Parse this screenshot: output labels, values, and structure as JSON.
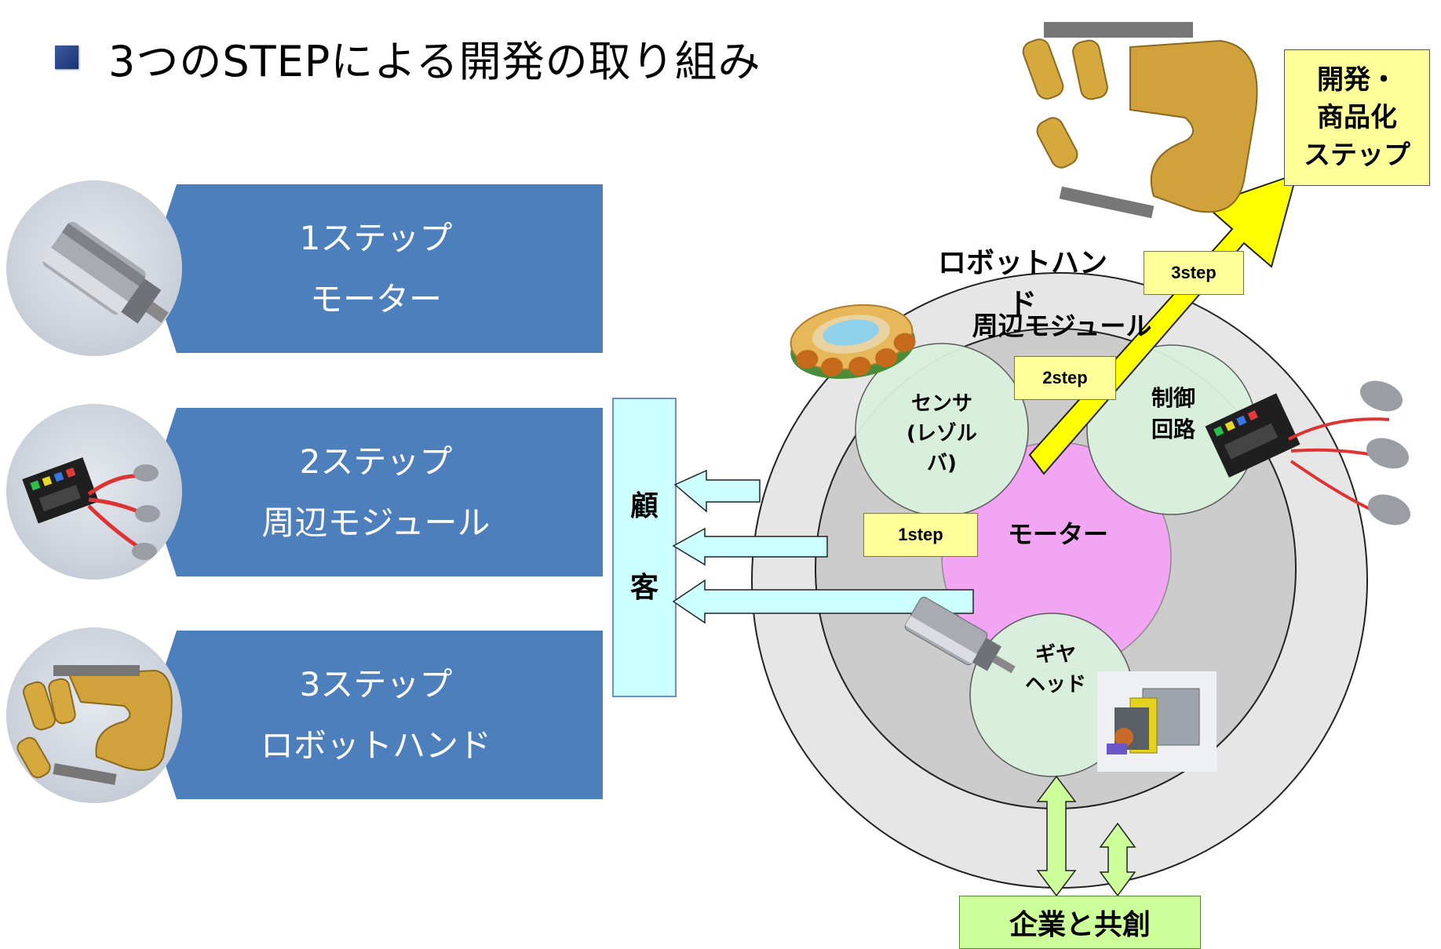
{
  "title": "3つのSTEPによる開発の取り組み",
  "steps": [
    {
      "line1": "1ステップ",
      "line2": "モーター",
      "thumb": "motor-icon"
    },
    {
      "line1": "2ステップ",
      "line2": "周辺モジュール",
      "thumb": "control-board-icon"
    },
    {
      "line1": "3ステップ",
      "line2": "ロボットハンド",
      "thumb": "robot-hand-icon"
    }
  ],
  "customer": {
    "char1": "顧",
    "char2": "客"
  },
  "diagram": {
    "outer_ring": "ロボットハンド",
    "middle_ring": "周辺モジュール",
    "sensor": {
      "line1": "センサ",
      "line2": "(レゾルバ)"
    },
    "control": {
      "line1": "制御",
      "line2": "回路"
    },
    "motor": "モーター",
    "gear": {
      "line1": "ギヤ",
      "line2": "ヘッド"
    },
    "step1": "1step",
    "step2": "2step",
    "step3": "3step",
    "dev_box": {
      "line1": "開発・",
      "line2": "商品化",
      "line3": "ステップ"
    },
    "cocreation": "企業と共創"
  },
  "colors": {
    "banner": "#4e7fbd",
    "outer_ring": "#e6e6e6",
    "middle_ring": "#cccccc",
    "module_circle": "#d9f2dc",
    "motor_circle": "#f5a3f5",
    "arrow_yellow": "#ffff00",
    "customer_arrow": "#ccffff",
    "cocreation_arrow": "#ccff99"
  }
}
